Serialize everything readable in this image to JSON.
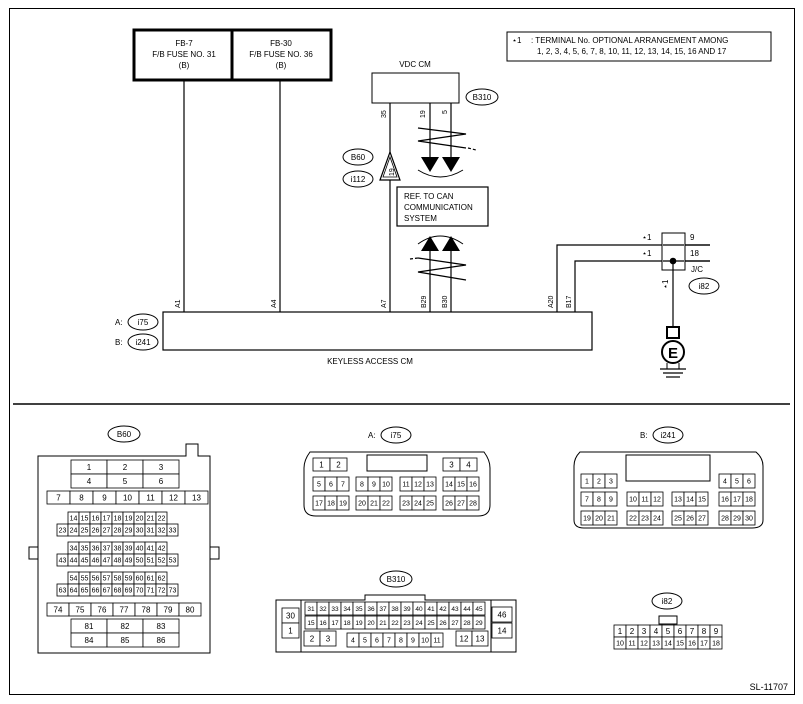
{
  "diagram_id": "SL-11707",
  "note": {
    "marker": "⋆1",
    "line1": ": TERMINAL No. OPTIONAL ARRANGEMENT AMONG",
    "line2": "1, 2, 3, 4, 5, 6, 7, 8, 10, 11, 12, 13, 14, 15, 16 AND 17"
  },
  "fuses": [
    {
      "name": "FB-7",
      "desc": "F/B FUSE NO. 31",
      "color": "(B)"
    },
    {
      "name": "FB-30",
      "desc": "F/B FUSE NO. 36",
      "color": "(B)"
    }
  ],
  "vdc": {
    "title": "VDC CM",
    "connector": "B310",
    "pins": [
      "35",
      "19",
      "5"
    ]
  },
  "splice": {
    "connector1": "B60",
    "connector2": "i112",
    "pin": "19"
  },
  "can_ref": [
    "REF. TO CAN",
    "COMMUNICATION",
    "SYSTEM"
  ],
  "jc": {
    "label": "J/C",
    "connector": "i82",
    "marker": "⋆1",
    "pins": [
      "9",
      "18"
    ],
    "ground_symbol": "E"
  },
  "keyless": {
    "title": "KEYLESS ACCESS CM",
    "conn_a_prefix": "A:",
    "conn_a": "i75",
    "conn_b_prefix": "B:",
    "conn_b": "i241",
    "pins": [
      "A1",
      "A4",
      "A7",
      "B29",
      "B30",
      "A20",
      "B17"
    ]
  },
  "connectors": {
    "b60": {
      "label": "B60",
      "rows": [
        [
          "1",
          "2",
          "3"
        ],
        [
          "4",
          "5",
          "6"
        ],
        [
          "7",
          "8",
          "9",
          "10",
          "11",
          "12",
          "13"
        ],
        [
          "14",
          "15",
          "16",
          "17",
          "18",
          "19",
          "20",
          "21",
          "22"
        ],
        [
          "23",
          "24",
          "25",
          "26",
          "27",
          "28",
          "29",
          "30",
          "31",
          "32",
          "33"
        ],
        [
          "34",
          "35",
          "36",
          "37",
          "38",
          "39",
          "40",
          "41",
          "42"
        ],
        [
          "43",
          "44",
          "45",
          "46",
          "47",
          "48",
          "49",
          "50",
          "51",
          "52",
          "53"
        ],
        [
          "54",
          "55",
          "56",
          "57",
          "58",
          "59",
          "60",
          "61",
          "62"
        ],
        [
          "63",
          "64",
          "65",
          "66",
          "67",
          "68",
          "69",
          "70",
          "71",
          "72",
          "73"
        ],
        [
          "74",
          "75",
          "76",
          "77",
          "78",
          "79",
          "80"
        ],
        [
          "81",
          "82",
          "83"
        ],
        [
          "84",
          "85",
          "86"
        ]
      ]
    },
    "i75": {
      "prefix": "A:",
      "label": "i75",
      "rows": [
        [
          "1",
          "2",
          "3",
          "4"
        ],
        [
          "5",
          "6",
          "7",
          "8",
          "9",
          "10",
          "11",
          "12",
          "13",
          "14",
          "15",
          "16"
        ],
        [
          "17",
          "18",
          "19",
          "20",
          "21",
          "22",
          "23",
          "24",
          "25",
          "26",
          "27",
          "28"
        ]
      ]
    },
    "i241": {
      "prefix": "B:",
      "label": "i241",
      "rows": [
        [
          "1",
          "2",
          "3",
          "4",
          "5",
          "6"
        ],
        [
          "7",
          "8",
          "9",
          "10",
          "11",
          "12",
          "13",
          "14",
          "15",
          "16",
          "17",
          "18"
        ],
        [
          "19",
          "20",
          "21",
          "22",
          "23",
          "24",
          "25",
          "26",
          "27",
          "28",
          "29",
          "30"
        ]
      ]
    },
    "b310": {
      "label": "B310",
      "top": [
        "31",
        "32",
        "33",
        "34",
        "35",
        "36",
        "37",
        "38",
        "39",
        "40",
        "41",
        "42",
        "43",
        "44",
        "45"
      ],
      "mid": [
        "15",
        "16",
        "17",
        "18",
        "19",
        "20",
        "21",
        "22",
        "23",
        "24",
        "25",
        "26",
        "27",
        "28",
        "29"
      ],
      "bottom": [
        "4",
        "5",
        "6",
        "7",
        "8",
        "9",
        "10",
        "11"
      ],
      "left": [
        "30",
        "1",
        "2",
        "3"
      ],
      "right": [
        "46",
        "14",
        "12",
        "13"
      ]
    },
    "i82": {
      "label": "i82",
      "rows": [
        [
          "1",
          "2",
          "3",
          "4",
          "5",
          "6",
          "7",
          "8",
          "9"
        ],
        [
          "10",
          "11",
          "12",
          "13",
          "14",
          "15",
          "16",
          "17",
          "18"
        ]
      ]
    }
  }
}
